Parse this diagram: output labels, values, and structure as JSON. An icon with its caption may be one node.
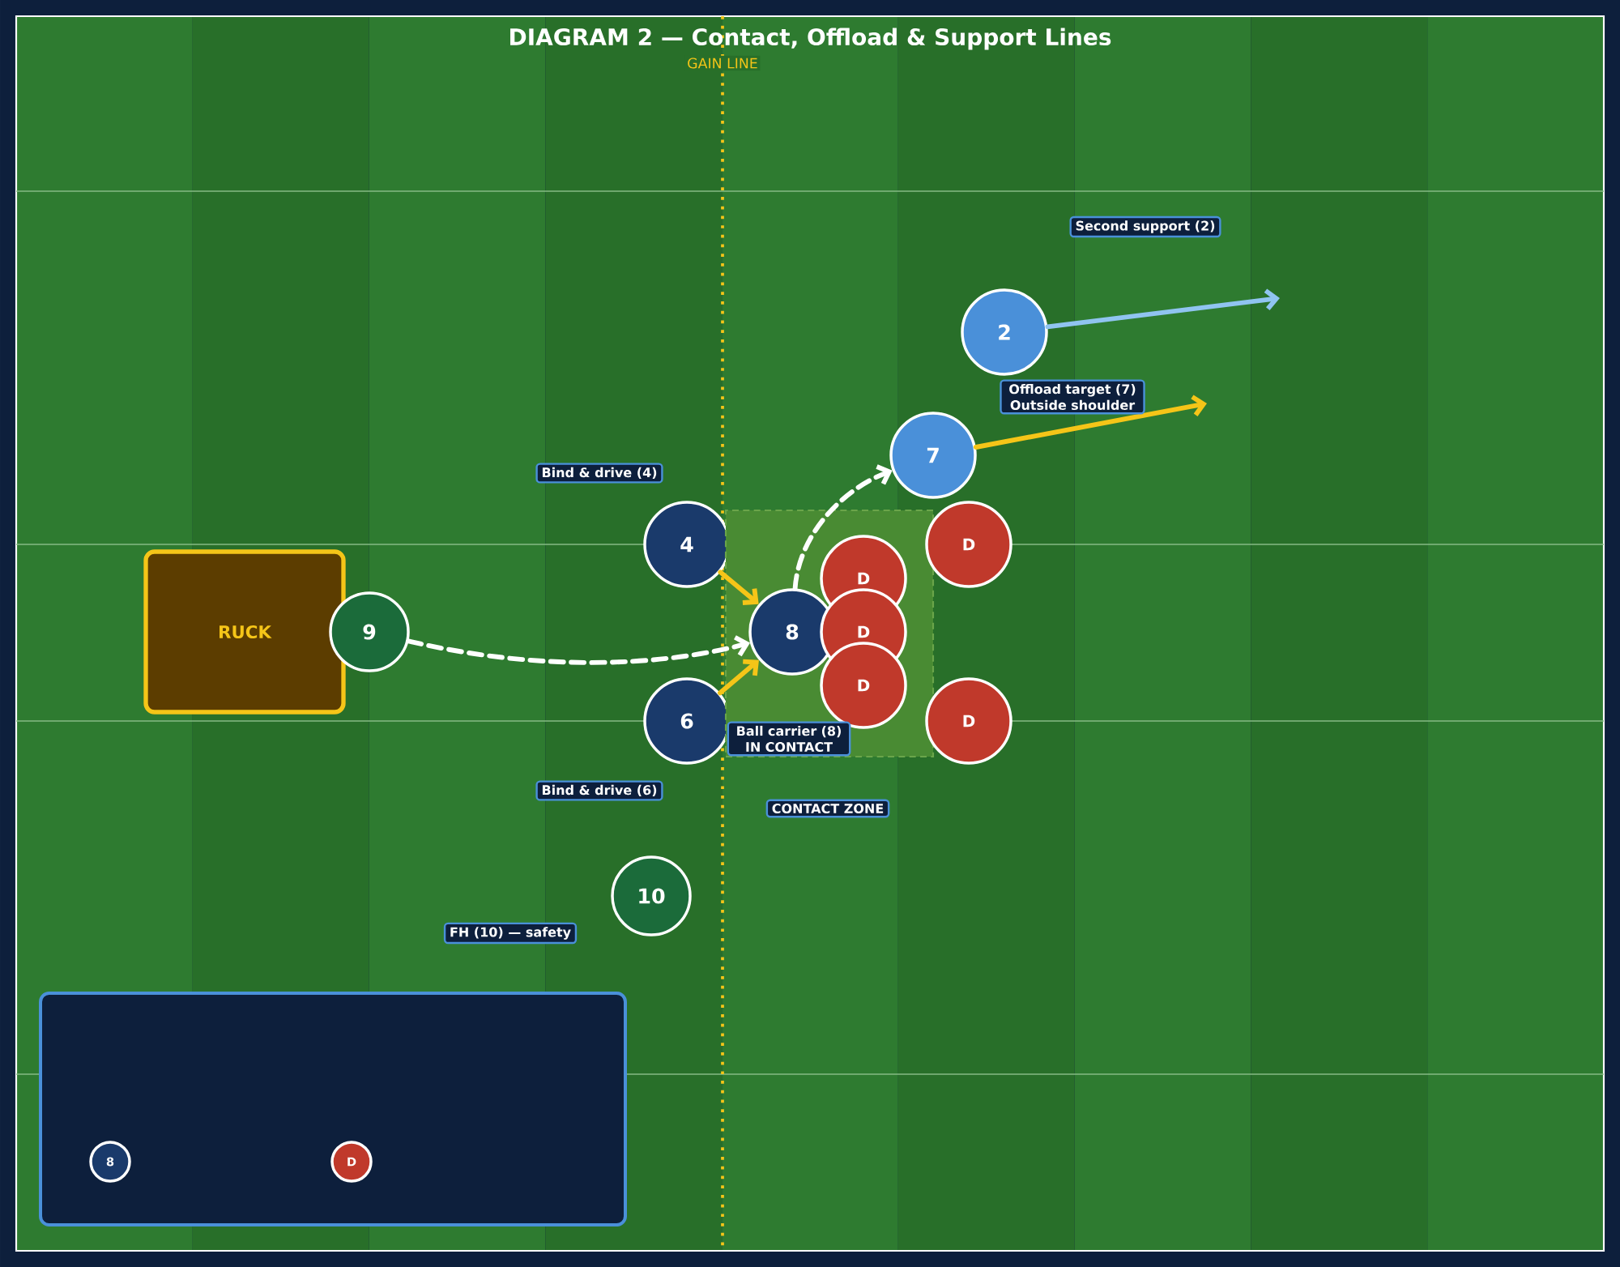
{
  "diagram": {
    "title": "DIAGRAM 2 — Contact, Offload & Support Lines",
    "nodes": [
      {
        "text": [
          "RUCK"
        ]
      },
      {
        "text": [
          "9"
        ]
      },
      {
        "text": [
          "4"
        ],
        "beside": [
          "Bind & drive (4)"
        ]
      },
      {
        "text": [
          "6"
        ],
        "beside": [
          "Bind & drive (6)"
        ]
      },
      {
        "text": [
          "CONTACT ZONE"
        ]
      },
      {
        "text": [
          "8"
        ],
        "in": 4
      },
      {
        "text": [
          "D"
        ],
        "in": 4
      },
      {
        "text": [
          "D"
        ],
        "in": 4
      },
      {
        "text": [
          "D"
        ],
        "in": 4
      },
      {
        "text": [
          "D"
        ]
      },
      {
        "text": [
          "D"
        ]
      },
      {
        "text": [
          "7"
        ]
      },
      {
        "text": [
          "2"
        ]
      },
      {
        "text": [
          "10"
        ],
        "beside": [
          "FH (10) — safety"
        ]
      },
      {
        "text": [],
        "shape": "box"
      },
      {
        "text": [
          "8"
        ],
        "in": 14
      },
      {
        "text": [
          "D"
        ],
        "in": 14
      }
    ],
    "edges": [
      {
        "from": 1,
        "to": 5,
        "arrow": "to",
        "style": "dashed",
        "color": "#ffffff"
      },
      {
        "from": 2,
        "to": 5,
        "arrow": "to"
      },
      {
        "from": 3,
        "to": 5,
        "arrow": "to"
      },
      {
        "from": 5,
        "to": 11,
        "arrow": "to",
        "style": "dashed",
        "color": "#ffffff"
      },
      {
        "from": 11,
        "to": null,
        "arrow": "to"
      },
      {
        "from": 12,
        "to": null,
        "arrow": "to",
        "color": "#90c4f0"
      }
    ],
    "labels": [
      "GAIN LINE",
      "Second support (2)",
      "Offload target (7) Outside shoulder",
      "Ball carrier (8) IN CONTACT"
    ]
  }
}
